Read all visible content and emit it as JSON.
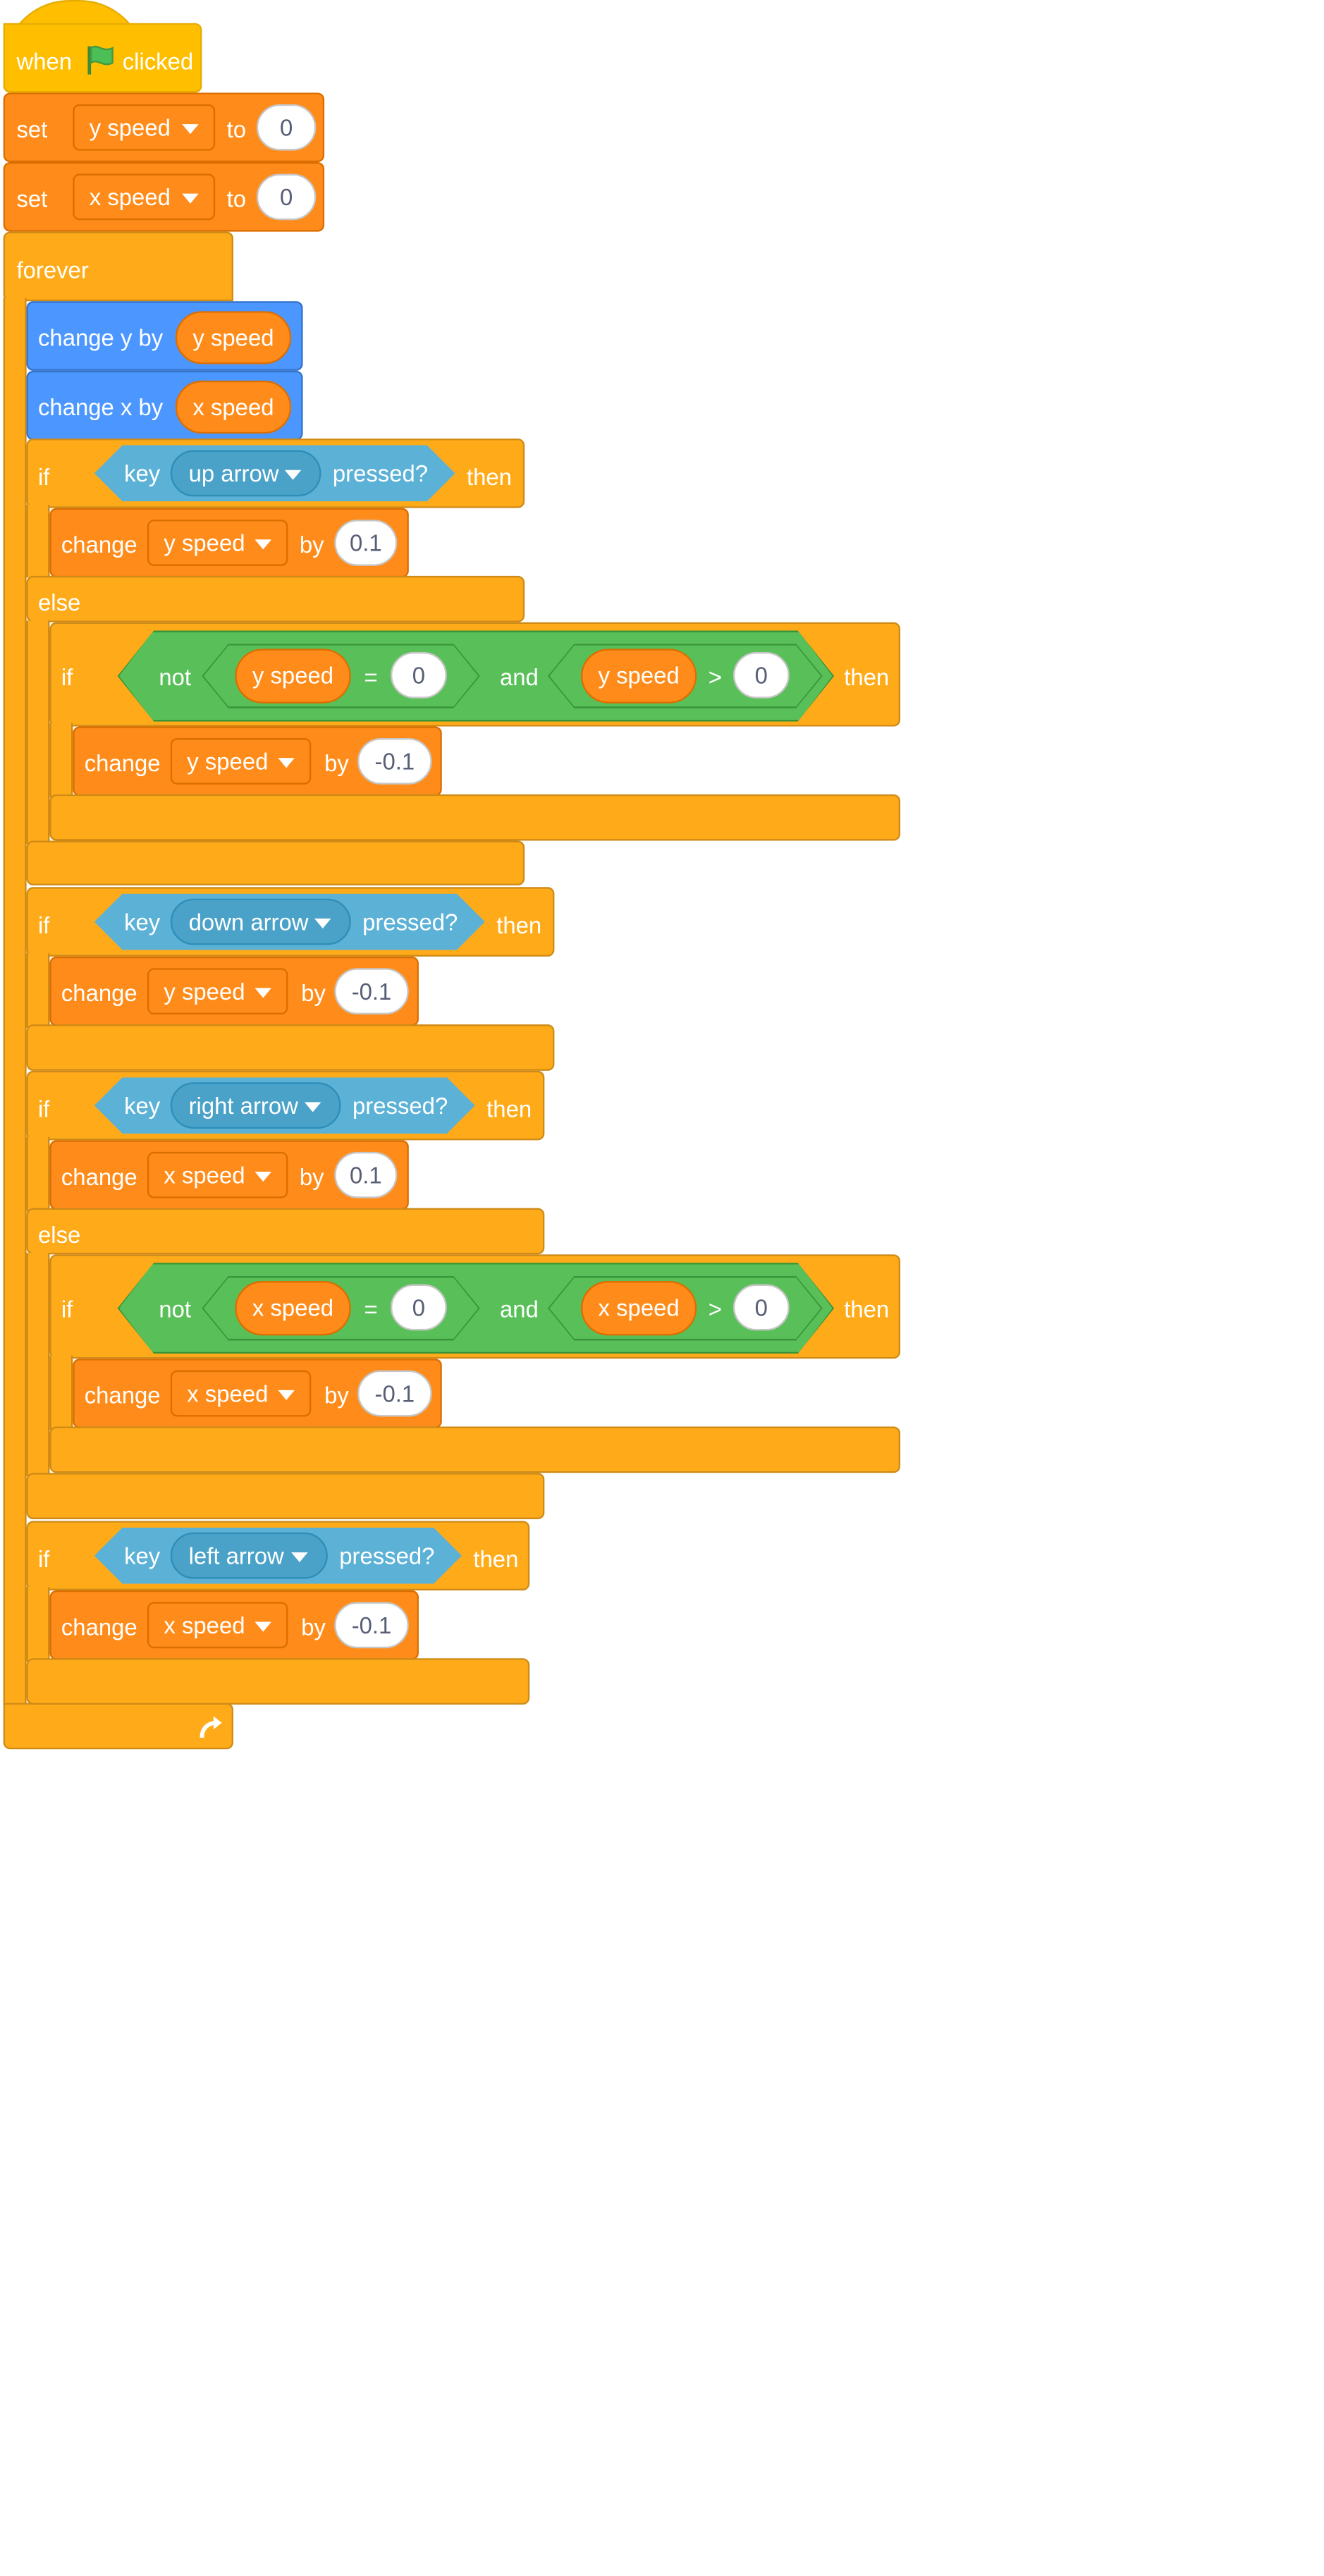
{
  "hat": {
    "when": "when",
    "flag_icon": "green-flag-icon",
    "clicked": "clicked"
  },
  "set_blocks": [
    {
      "word": "set",
      "variable": "y speed",
      "to": "to",
      "value": "0"
    },
    {
      "word": "set",
      "variable": "x speed",
      "to": "to",
      "value": "0"
    }
  ],
  "forever": {
    "label": "forever",
    "loop_icon": "loop-arrow-icon"
  },
  "motion": [
    {
      "label": "change y by",
      "reporter": "y speed"
    },
    {
      "label": "change x by",
      "reporter": "x speed"
    }
  ],
  "words": {
    "if": "if",
    "then": "then",
    "else": "else",
    "key": "key",
    "pressed": "pressed?",
    "change": "change",
    "by": "by",
    "not": "not",
    "and": "and",
    "eq": "=",
    "gt": ">"
  },
  "if_up": {
    "key": "up arrow",
    "then_change": {
      "variable": "y speed",
      "value": "0.1"
    },
    "else_cond": {
      "left_var": "y speed",
      "left_val": "0",
      "right_var": "y speed",
      "right_val": "0"
    },
    "else_change": {
      "variable": "y speed",
      "value": "-0.1"
    }
  },
  "if_down": {
    "key": "down arrow",
    "change": {
      "variable": "y speed",
      "value": "-0.1"
    }
  },
  "if_right": {
    "key": "right arrow",
    "then_change": {
      "variable": "x speed",
      "value": "0.1"
    },
    "else_cond": {
      "left_var": "x speed",
      "left_val": "0",
      "right_var": "x speed",
      "right_val": "0"
    },
    "else_change": {
      "variable": "x speed",
      "value": "-0.1"
    }
  },
  "if_left": {
    "key": "left arrow",
    "change": {
      "variable": "x speed",
      "value": "-0.1"
    }
  },
  "colors": {
    "events": "#ffbf00",
    "variables": "#ff8c1a",
    "control": "#ffab19",
    "motion": "#4c97ff",
    "sensing": "#5cb1d6",
    "operators": "#59c059"
  }
}
